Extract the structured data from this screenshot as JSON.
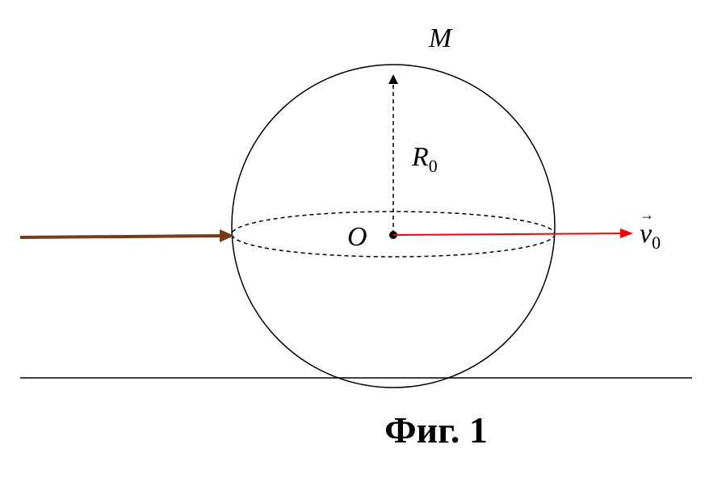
{
  "diagram": {
    "labels": {
      "mass": "M",
      "radius_symbol": "R",
      "radius_subscript": "0",
      "center": "O",
      "velocity_symbol": "v",
      "velocity_subscript": "0",
      "velocity_vector_mark": "→"
    },
    "caption": "Фиг. 1",
    "colors": {
      "outline": "#000000",
      "velocity_arrow": "#ff0000",
      "incoming_arrow": "#7a3b12",
      "background": "#ffffff"
    }
  }
}
